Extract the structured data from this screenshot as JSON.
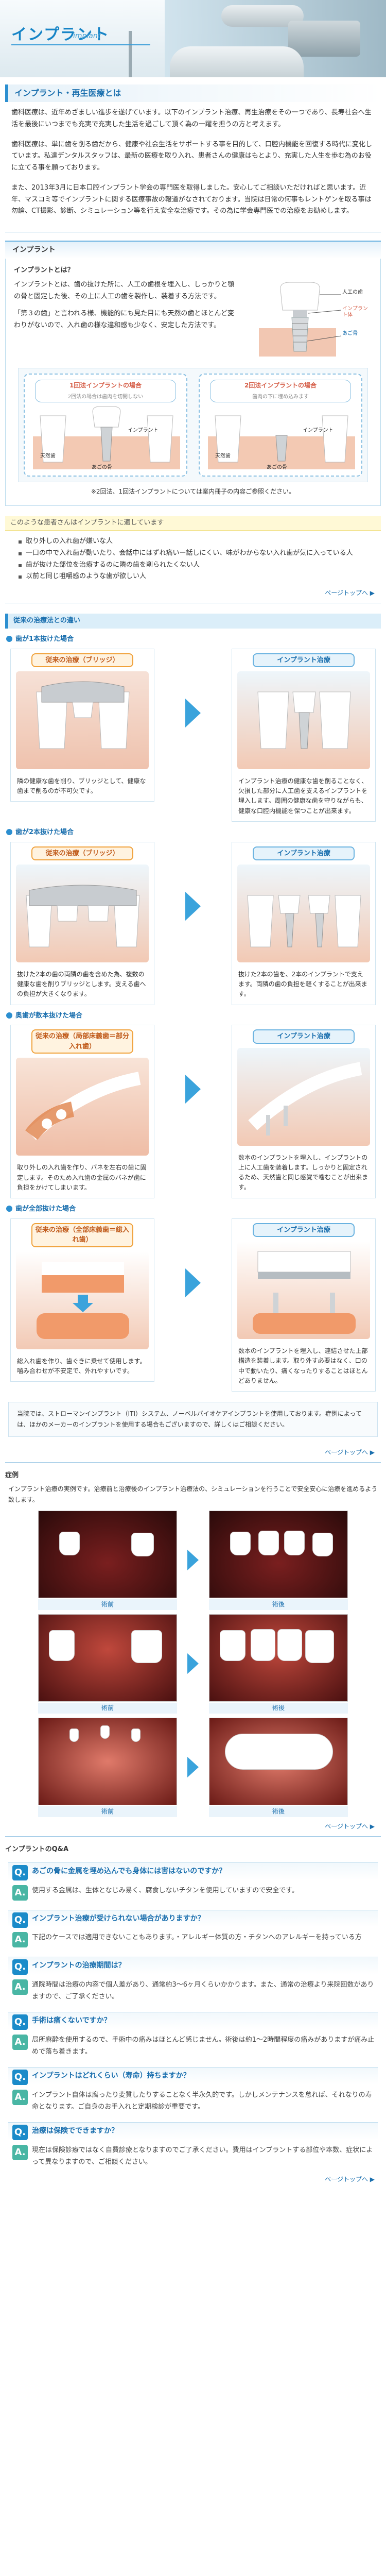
{
  "hero": {
    "title": "インプラント",
    "subtitle": "implant"
  },
  "ribbon": "インプラント・再生医療とは",
  "intro": [
    "歯科医療は、近年めざましい進歩を遂げています。以下のインプラント治療、再生治療をその一つであり、長寿社会へ生活を最後にいつまでも充実で充実した生活を過ごして頂く為の一躍を担うの方と考えます。",
    "歯科医療は、単に歯を削る歯だから、健康や社会生活をサポートする事を目的して、口腔内機能を回復する時代に変化しています。私達デンタルスタッフは、最新の医療を取り入れ、患者さんの健康はもとより、充実した人生を歩む為のお役に立てる事を願っております。",
    "また、2013年3月に日本口腔インプラント学会の専門医を取得しました。安心してご相談いただければと思います。近年、マスコミ等でインプラントに関する医療事故の報道がなされております。当院は日常の何事もレントゲンを取る事は勿論、CT撮影、診断、シミュレーション等を行え安全な治療です。その為に学会専門医での治療をお勧めします。"
  ],
  "what": {
    "section_title": "インプラント",
    "heading": "インプラントとは？",
    "body1": "インプラントとは、歯の抜けた所に、人工の歯根を埋入し、しっかりと顎の骨と固定した後、その上に人工の歯を製作し、装着する方法です。",
    "body2": "「第３の歯」と言われる様、機能的にも見た目にも天然の歯とほとんど変わりがないので、入れ歯の様な違和感も少なく、安定した方法です。",
    "fig_labels": {
      "crown": "人工の歯",
      "abutment": "インプラント体",
      "bone": "あご骨",
      "implant": "インプラント体"
    },
    "compare": [
      {
        "cap": "1回法インプラントの場合",
        "sub": "2回法の場合は歯肉を切開しない",
        "labels": [
          "天然歯",
          "インプラント",
          "あごの骨"
        ]
      },
      {
        "cap": "2回法インプラントの場合",
        "sub": "歯肉の下に埋め込みます",
        "labels": [
          "天然歯",
          "インプラント",
          "あごの骨"
        ]
      }
    ],
    "compare_note": "※2回法、1回法インプラントについては案内冊子の内容ご参照ください。"
  },
  "suited": {
    "title": "このような患者さんはインプラントに適しています",
    "items": [
      "取り外しの入れ歯が嫌いな人",
      "一口の中で入れ歯が動いたり、会話中にはずれ痛いー話しにくい、味がわからない入れ歯が気に入っている人",
      "歯が抜けた部位を治療するのに隣の歯を削られたくない人",
      "以前と同じ咀嚼感のような歯が欲しい人"
    ]
  },
  "pagetop": "ページトップへ ▶",
  "cases": {
    "header": "従来の治療法との違い",
    "items": [
      {
        "label": "歯が1本抜けた場合",
        "left_title": "従来の治療（ブリッジ）",
        "right_title": "インプラント治療",
        "left_desc": "隣の健康な歯を削り、ブリッジとして、健康な歯まで削るのが不可欠です。",
        "right_desc": "インプラント治療の健康な歯を削ることなく、欠損した部分に人工歯を支えるインプラントを埋入します。周囲の健康な歯を守りながらも、健康な口腔内機能を保つことが出来ます。"
      },
      {
        "label": "歯が2本抜けた場合",
        "left_title": "従来の治療（ブリッジ）",
        "right_title": "インプラント治療",
        "left_desc": "抜けた2本の歯の両隣の歯を含めた為、複数の健康な歯を削りブリッジとします。支える歯への負担が大きくなります。",
        "right_desc": "抜けた2本の歯を、2本のインプラントで支えます。両隣の歯の負担を軽くすることが出来ます。"
      },
      {
        "label": "奥歯が数本抜けた場合",
        "left_title": "従来の治療（局部床義歯＝部分入れ歯）",
        "right_title": "インプラント治療",
        "left_desc": "取り外しの入れ歯を作り、バネを左右の歯に固定します。そのため入れ歯の金属のバネが歯に負担をかけてしまいます。",
        "right_desc": "数本のインプラントを埋入し、インプラントの上に人工歯を装着します。しっかりと固定されるため、天然歯と同じ感覚で噛むことが出来ます。"
      },
      {
        "label": "歯が全部抜けた場合",
        "left_title": "従来の治療（全部床義歯＝総入れ歯）",
        "right_title": "インプラント治療",
        "left_desc": "総入れ歯を作り、歯ぐきに乗せて使用します。噛み合わせが不安定で、外れやすいです。",
        "right_desc": "数本のインプラントを埋入し、連結させた上部構造を装着します。取り外す必要はなく、口の中で動いたり、痛くなったりすることはほとんどありません。"
      }
    ],
    "footnote": "当院では、ストローマンインプラント（ITI）システム、ノーベルバイオケアインプラントを使用しております。症例によっては、ほかのメーカーのインプラントを使用する場合もございますので、詳しくはご相談ください。"
  },
  "gallery": {
    "header": "症例",
    "intro": "インプラント治療の実例です。治療前と治療後のインプラント治療法の、シミュレーションを行うことで安全安心に治療を進めるよう致します。",
    "rows": [
      {
        "left_cap": "術前",
        "right_cap": "術後"
      },
      {
        "left_cap": "術前",
        "right_cap": "術後"
      },
      {
        "left_cap": "術前",
        "right_cap": "術後"
      }
    ]
  },
  "qa": {
    "header": "インプラントのQ&A",
    "items": [
      {
        "q": "あごの骨に金属を埋め込んでも身体には害はないのですか？",
        "a": "使用する金属は、生体となじみ易く、腐食しないチタンを使用していますので安全です。"
      },
      {
        "q": "インプラント治療が受けられない場合がありますか？",
        "a": "下記のケースでは適用できないこともあります。・アレルギー体質の方・チタンへのアレルギーを持っている方"
      },
      {
        "q": "インプラントの治療期間は？",
        "a": "通院時間は治療の内容で個人差があり、通常約3〜6ヶ月くらいかかります。また、通常の治療より来院回数がありますので、ご了承ください。"
      },
      {
        "q": "手術は痛くないですか？",
        "a": "局所麻酔を使用するので、手術中の痛みはほとんど感じません。術後は約1〜2時間程度の痛みがありますが痛み止めで落ち着きます。"
      },
      {
        "q": "インプラントはどれくらい（寿命）持ちますか？",
        "a": "インプラント自体は腐ったり変質したりすることなく半永久的です。しかしメンテナンスを怠れば、それなりの寿命となります。ご自身のお手入れと定期検診が重要です。"
      },
      {
        "q": "治療は保険でできますか？",
        "a": "現在は保険診療ではなく自費診療となりますのでご了承ください。費用はインプラントする部位や本数、症状によって異なりますので、ご相談ください。"
      }
    ]
  }
}
